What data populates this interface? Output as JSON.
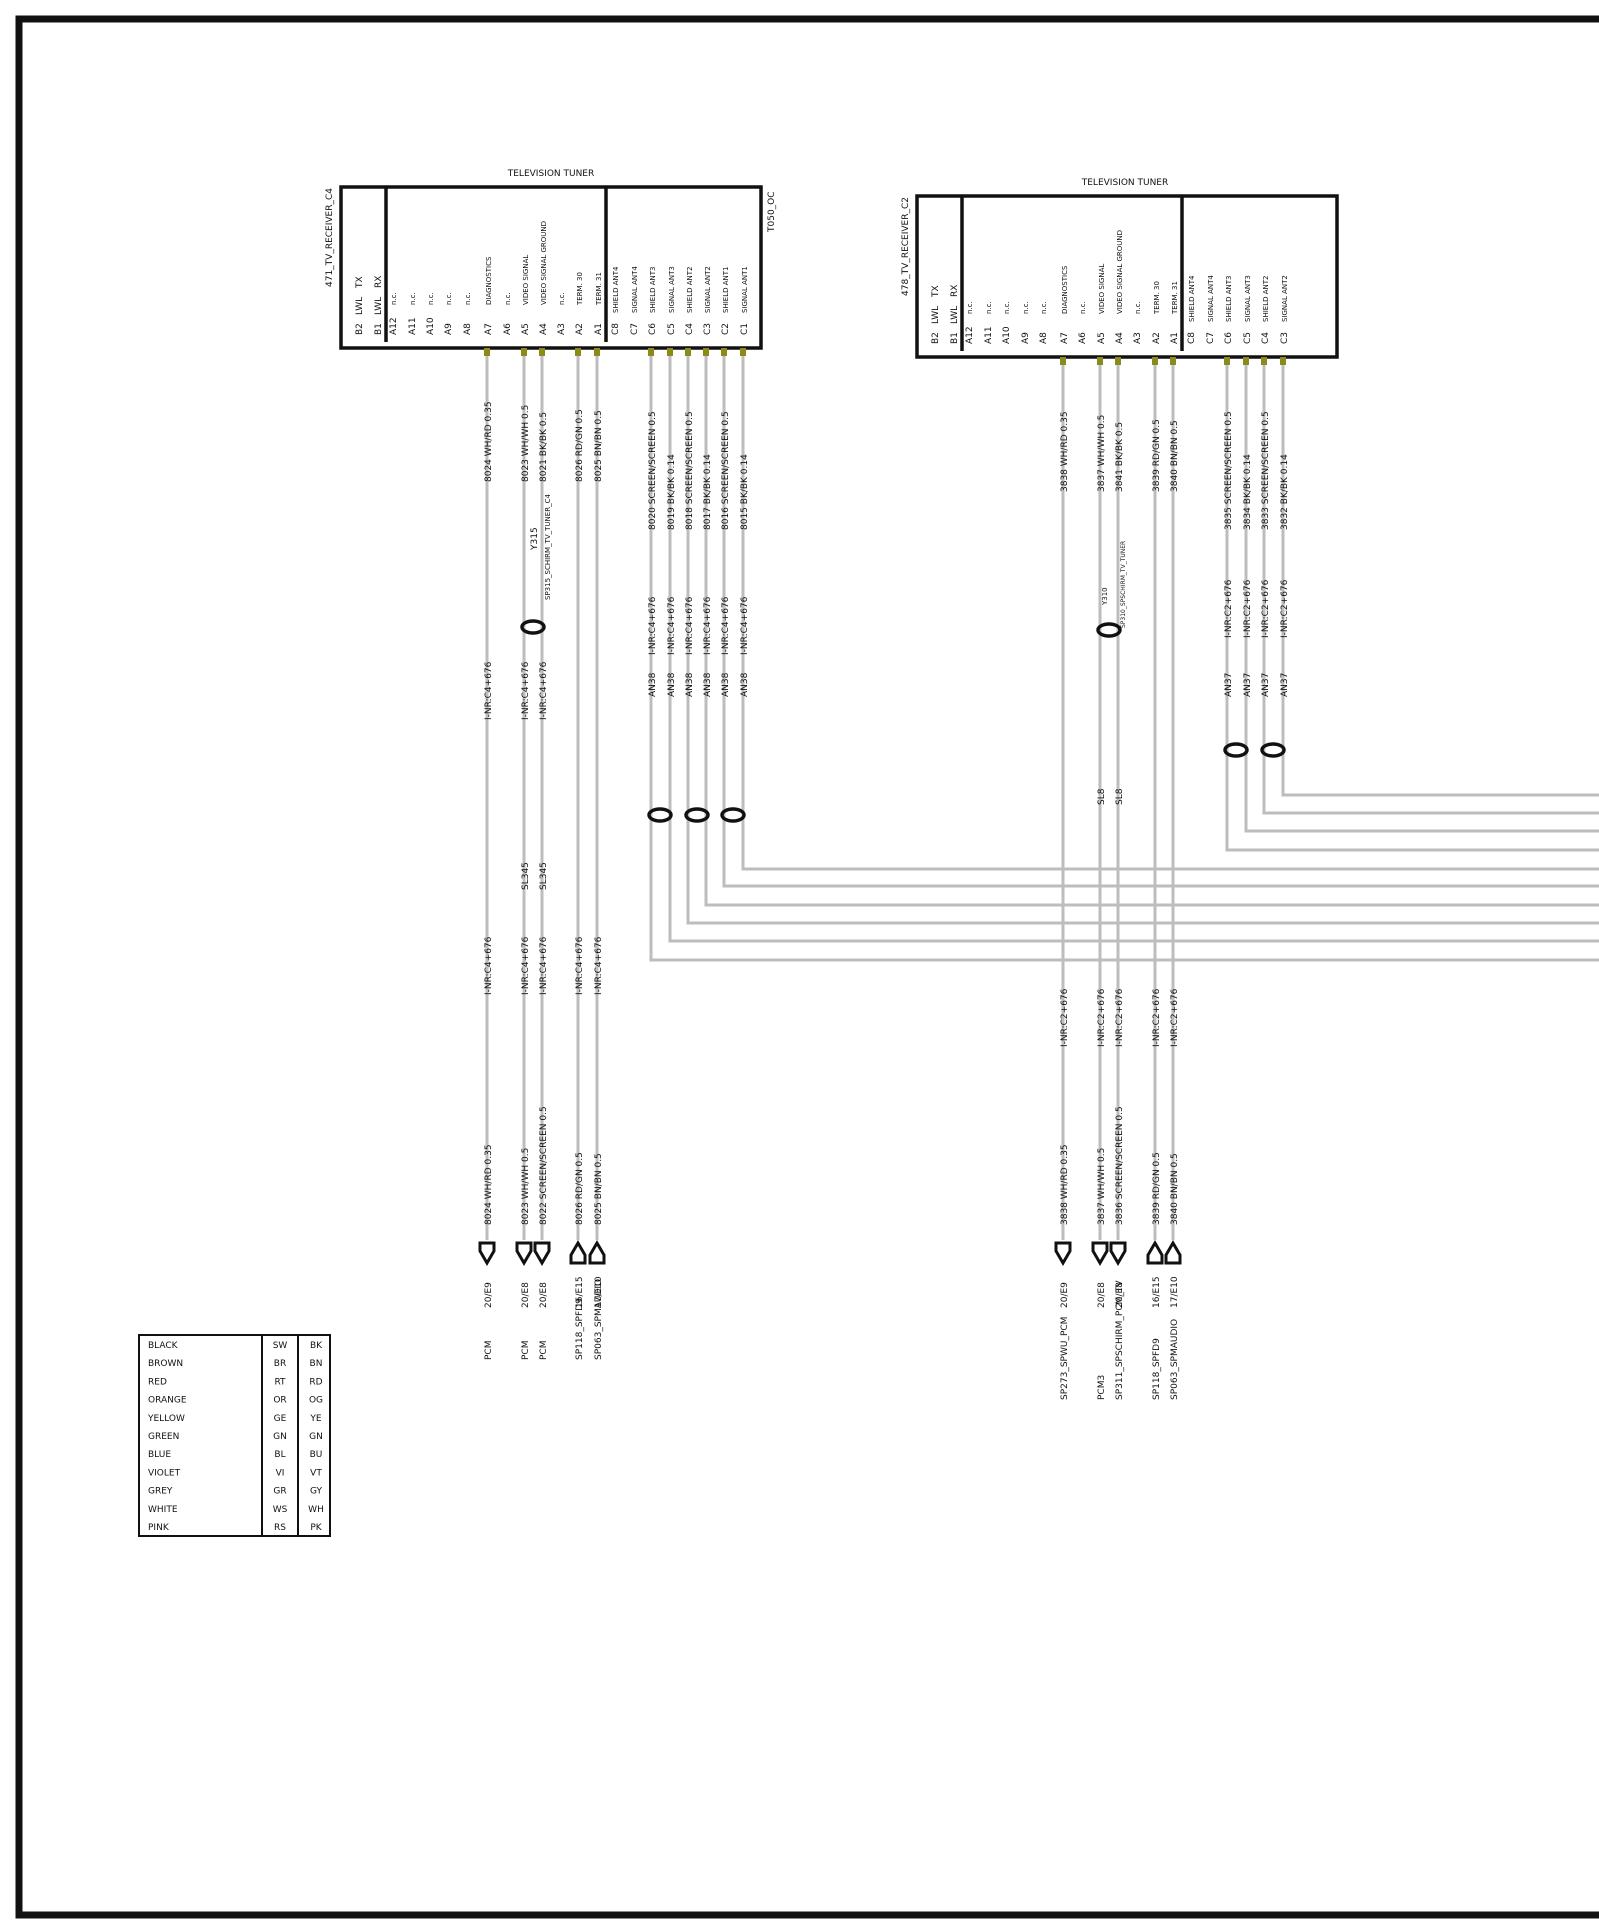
{
  "tuner1": {
    "title": "TELEVISION TUNER",
    "side_label": "471_TV_RECEIVER_C4",
    "right_label": "T050_OC",
    "lwl": [
      {
        "pin": "B2",
        "l1": "LWL",
        "l2": "TX"
      },
      {
        "pin": "B1",
        "l1": "LWL",
        "l2": "RX"
      }
    ],
    "pins_a": [
      {
        "pin": "A12",
        "desc": "n.c."
      },
      {
        "pin": "A11",
        "desc": "n.c."
      },
      {
        "pin": "A10",
        "desc": "n.c."
      },
      {
        "pin": "A9",
        "desc": "n.c."
      },
      {
        "pin": "A8",
        "desc": "n.c."
      },
      {
        "pin": "A7",
        "desc": "DIAGNOSTICS"
      },
      {
        "pin": "A6",
        "desc": "n.c."
      },
      {
        "pin": "A5",
        "desc": "VIDEO SIGNAL"
      },
      {
        "pin": "A4",
        "desc": "VIDEO SIGNAL GROUND"
      },
      {
        "pin": "A3",
        "desc": "n.c."
      },
      {
        "pin": "A2",
        "desc": "TERM. 30"
      },
      {
        "pin": "A1",
        "desc": "TERM. 31"
      }
    ],
    "pins_c": [
      {
        "pin": "C8",
        "desc": "SHIELD ANT4"
      },
      {
        "pin": "C7",
        "desc": "SIGNAL ANT4"
      },
      {
        "pin": "C6",
        "desc": "SHIELD ANT3"
      },
      {
        "pin": "C5",
        "desc": "SIGNAL ANT3"
      },
      {
        "pin": "C4",
        "desc": "SHIELD ANT2"
      },
      {
        "pin": "C3",
        "desc": "SIGNAL ANT2"
      },
      {
        "pin": "C2",
        "desc": "SHIELD ANT1"
      },
      {
        "pin": "C1",
        "desc": "SIGNAL ANT1"
      }
    ],
    "splice": {
      "name": "Y315",
      "label": "SP315_SCHIRM_TV_TUNER_C4"
    },
    "wires_a": [
      {
        "top": "8024 WH/RD 0.35",
        "nr1": "I-NR:C4+676",
        "nr2": "I-NR:C4+676",
        "sl": "",
        "bot": "8024 WH/RD 0.35",
        "ref": "20/E9",
        "dest": "PCM",
        "dir": "down"
      },
      {
        "top": "8023 WH/WH 0.5",
        "nr1": "I-NR:C4+676",
        "nr2": "I-NR:C4+676",
        "sl": "SL345",
        "bot": "8023 WH/WH 0.5",
        "ref": "20/E8",
        "dest": "PCM",
        "dir": "down"
      },
      {
        "top": "8021 BK/BK 0.5",
        "nr1": "I-NR:C4+676",
        "nr2": "I-NR:C4+676",
        "sl": "SL345",
        "bot": "8022 SCREEN/SCREEN 0.5",
        "ref": "20/E8",
        "dest": "PCM",
        "dir": "down"
      },
      {
        "top": "8026 RD/GN 0.5",
        "nr1": "",
        "nr2": "I-NR:C4+676",
        "sl": "",
        "bot": "8026 RD/GN 0.5",
        "ref": "16/E15",
        "dest": "SP118_SPFD9",
        "dir": "up"
      },
      {
        "top": "8025 BN/BN 0.5",
        "nr1": "",
        "nr2": "I-NR:C4+676",
        "sl": "",
        "bot": "8025 BN/BN 0.5",
        "ref": "17/E10",
        "dest": "SP063_SPMAUDIO",
        "dir": "up"
      }
    ],
    "wires_c": [
      {
        "top": "8020 SCREEN/SCREEN 0.5",
        "nr": "I-NR:C4+676",
        "an": "AN38"
      },
      {
        "top": "8019 BK/BK 0.14",
        "nr": "I-NR:C4+676",
        "an": "AN38"
      },
      {
        "top": "8018 SCREEN/SCREEN 0.5",
        "nr": "I-NR:C4+676",
        "an": "AN38"
      },
      {
        "top": "8017 BK/BK 0.14",
        "nr": "I-NR:C4+676",
        "an": "AN38"
      },
      {
        "top": "8016 SCREEN/SCREEN 0.5",
        "nr": "I-NR:C4+676",
        "an": "AN38"
      },
      {
        "top": "8015 BK/BK 0.14",
        "nr": "I-NR:C4+676",
        "an": "AN38"
      }
    ]
  },
  "tuner2": {
    "title": "TELEVISION TUNER",
    "side_label": "478_TV_RECEIVER_C2",
    "lwl": [
      {
        "pin": "B2",
        "l1": "LWL",
        "l2": "TX"
      },
      {
        "pin": "B1",
        "l1": "LWL",
        "l2": "RX"
      }
    ],
    "pins_a": [
      {
        "pin": "A12",
        "desc": "n.c."
      },
      {
        "pin": "A11",
        "desc": "n.c."
      },
      {
        "pin": "A10",
        "desc": "n.c."
      },
      {
        "pin": "A9",
        "desc": "n.c."
      },
      {
        "pin": "A8",
        "desc": "n.c."
      },
      {
        "pin": "A7",
        "desc": "DIAGNOSTICS"
      },
      {
        "pin": "A6",
        "desc": "n.c."
      },
      {
        "pin": "A5",
        "desc": "VIDEO SIGNAL"
      },
      {
        "pin": "A4",
        "desc": "VIDEO SIGNAL GROUND"
      },
      {
        "pin": "A3",
        "desc": "n.c."
      },
      {
        "pin": "A2",
        "desc": "TERM. 30"
      },
      {
        "pin": "A1",
        "desc": "TERM. 31"
      }
    ],
    "pins_c": [
      {
        "pin": "C8",
        "desc": "SHIELD ANT4"
      },
      {
        "pin": "C7",
        "desc": "SIGNAL ANT4"
      },
      {
        "pin": "C6",
        "desc": "SHIELD ANT3"
      },
      {
        "pin": "C5",
        "desc": "SIGNAL ANT3"
      },
      {
        "pin": "C4",
        "desc": "SHIELD ANT2"
      },
      {
        "pin": "C3",
        "desc": "SIGNAL ANT2"
      }
    ],
    "splice": {
      "name": "Y310",
      "label": "SP310_SPSCHIRM_TV_TUNER"
    },
    "wires_a": [
      {
        "top": "3838 WH/RD 0.35",
        "nr2": "I-NR:C2+676",
        "sl": "",
        "bot": "3838 WH/RD 0.35",
        "ref": "20/E9",
        "dest": "SP273_SPWU_PCM",
        "dir": "down"
      },
      {
        "top": "3837 WH/WH 0.5",
        "nr2": "I-NR:C2+676",
        "sl": "SL8",
        "bot": "3837 WH/WH 0.5",
        "ref": "20/E8",
        "dest": "PCM3",
        "dir": "down"
      },
      {
        "top": "3841 BK/BK 0.5",
        "nr2": "I-NR:C2+676",
        "sl": "SL8",
        "bot": "3836 SCREEN/SCREEN 0.5",
        "ref": "20/E8",
        "dest": "SP311_SPSCHIRM_PCM_TV",
        "dir": "down"
      },
      {
        "top": "3839 RD/GN 0.5",
        "nr2": "I-NR:C2+676",
        "sl": "",
        "bot": "3839 RD/GN 0.5",
        "ref": "16/E15",
        "dest": "SP118_SPFD9",
        "dir": "up"
      },
      {
        "top": "3840 BN/BN 0.5",
        "nr2": "I-NR:C2+676",
        "sl": "",
        "bot": "3840 BN/BN 0.5",
        "ref": "17/E10",
        "dest": "SP063_SPMAUDIO",
        "dir": "up"
      }
    ],
    "wires_c": [
      {
        "top": "3835 SCREEN/SCREEN 0.5",
        "nr": "I-NR:C2+676",
        "an": "AN37"
      },
      {
        "top": "3834 BK/BK 0.14",
        "nr": "I-NR:C2+676",
        "an": "AN37"
      },
      {
        "top": "3833 SCREEN/SCREEN 0.5",
        "nr": "I-NR:C2+676",
        "an": "AN37"
      },
      {
        "top": "3832 BK/BK 0.14",
        "nr": "I-NR:C2+676",
        "an": "AN37"
      }
    ]
  },
  "legend": [
    {
      "name": "BLACK",
      "de": "SW",
      "en": "BK"
    },
    {
      "name": "BROWN",
      "de": "BR",
      "en": "BN"
    },
    {
      "name": "RED",
      "de": "RT",
      "en": "RD"
    },
    {
      "name": "ORANGE",
      "de": "OR",
      "en": "OG"
    },
    {
      "name": "YELLOW",
      "de": "GE",
      "en": "YE"
    },
    {
      "name": "GREEN",
      "de": "GN",
      "en": "GN"
    },
    {
      "name": "BLUE",
      "de": "BL",
      "en": "BU"
    },
    {
      "name": "VIOLET",
      "de": "VI",
      "en": "VT"
    },
    {
      "name": "GREY",
      "de": "GR",
      "en": "GY"
    },
    {
      "name": "WHITE",
      "de": "WS",
      "en": "WH"
    },
    {
      "name": "PINK",
      "de": "RS",
      "en": "PK"
    }
  ],
  "colors": {
    "wire": "#bdbdbd",
    "pin": "#8a8a1e",
    "ink": "#111111"
  }
}
